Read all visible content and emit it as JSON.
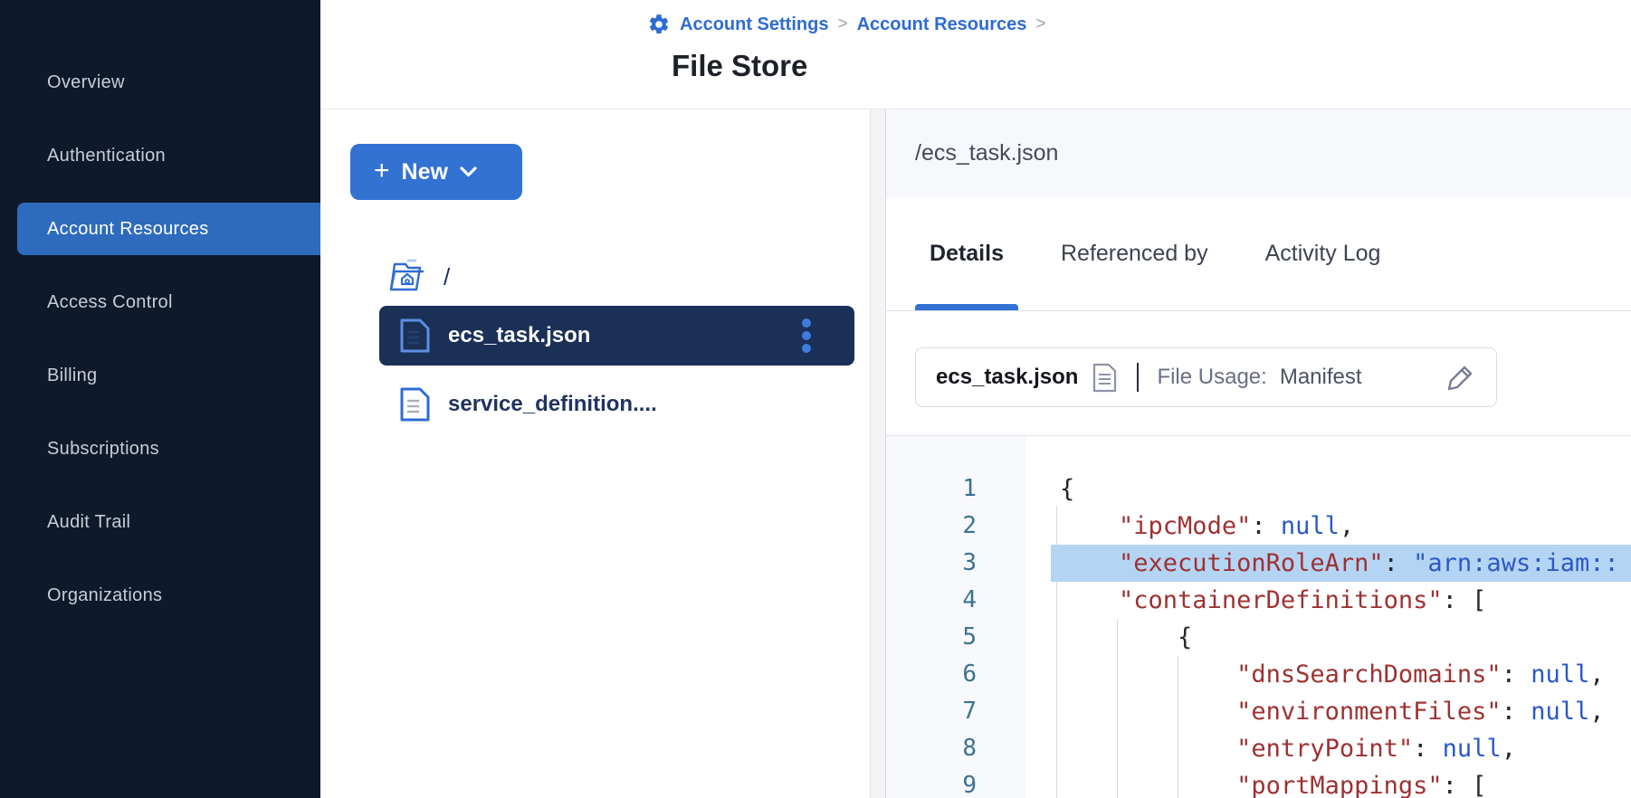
{
  "colors": {
    "accent": "#2e6cd2",
    "sidebar_bg": "#0e1a2b",
    "sidebar_active": "#2e6bbd",
    "row_selected": "#1b3057",
    "line_highlight": "#b4d4f4",
    "token_key": "#9e3131",
    "token_value": "#2b58c8"
  },
  "sidebar": {
    "items": [
      {
        "label": "Overview",
        "active": false
      },
      {
        "label": "Authentication",
        "active": false
      },
      {
        "label": "Account Resources",
        "active": true
      },
      {
        "label": "Access Control",
        "active": false
      },
      {
        "label": "Billing",
        "active": false
      },
      {
        "label": "Subscriptions",
        "active": false
      },
      {
        "label": "Audit Trail",
        "active": false
      },
      {
        "label": "Organizations",
        "active": false
      }
    ]
  },
  "breadcrumb": {
    "items": [
      "Account Settings",
      "Account Resources"
    ],
    "separator": ">"
  },
  "page": {
    "title": "File Store"
  },
  "left_panel": {
    "new_button_label": "New",
    "root_label": "/",
    "files": [
      {
        "name": "ecs_task.json",
        "selected": true
      },
      {
        "name": "service_definition....",
        "selected": false
      }
    ]
  },
  "right_panel": {
    "path": "/ecs_task.json",
    "tabs": [
      {
        "label": "Details",
        "active": true
      },
      {
        "label": "Referenced by",
        "active": false
      },
      {
        "label": "Activity Log",
        "active": false
      }
    ],
    "file_card": {
      "name": "ecs_task.json",
      "usage_label": "File Usage:",
      "usage_value": "Manifest"
    },
    "code": {
      "lines": [
        {
          "n": 1,
          "hl": false,
          "tokens": [
            [
              "p",
              "{"
            ]
          ]
        },
        {
          "n": 2,
          "hl": false,
          "tokens": [
            [
              "p",
              "    "
            ],
            [
              "k",
              "\"ipcMode\""
            ],
            [
              "p",
              ": "
            ],
            [
              "v",
              "null"
            ],
            [
              "p",
              ","
            ]
          ]
        },
        {
          "n": 3,
          "hl": true,
          "tokens": [
            [
              "p",
              "    "
            ],
            [
              "k",
              "\"executionRoleArn\""
            ],
            [
              "p",
              ": "
            ],
            [
              "v",
              "\"arn:aws:iam::"
            ]
          ]
        },
        {
          "n": 4,
          "hl": false,
          "tokens": [
            [
              "p",
              "    "
            ],
            [
              "k",
              "\"containerDefinitions\""
            ],
            [
              "p",
              ": ["
            ]
          ]
        },
        {
          "n": 5,
          "hl": false,
          "tokens": [
            [
              "p",
              "        {"
            ]
          ]
        },
        {
          "n": 6,
          "hl": false,
          "tokens": [
            [
              "p",
              "            "
            ],
            [
              "k",
              "\"dnsSearchDomains\""
            ],
            [
              "p",
              ": "
            ],
            [
              "v",
              "null"
            ],
            [
              "p",
              ","
            ]
          ]
        },
        {
          "n": 7,
          "hl": false,
          "tokens": [
            [
              "p",
              "            "
            ],
            [
              "k",
              "\"environmentFiles\""
            ],
            [
              "p",
              ": "
            ],
            [
              "v",
              "null"
            ],
            [
              "p",
              ","
            ]
          ]
        },
        {
          "n": 8,
          "hl": false,
          "tokens": [
            [
              "p",
              "            "
            ],
            [
              "k",
              "\"entryPoint\""
            ],
            [
              "p",
              ": "
            ],
            [
              "v",
              "null"
            ],
            [
              "p",
              ","
            ]
          ]
        },
        {
          "n": 9,
          "hl": false,
          "tokens": [
            [
              "p",
              "            "
            ],
            [
              "k",
              "\"portMappings\""
            ],
            [
              "p",
              ": ["
            ]
          ]
        }
      ]
    }
  }
}
